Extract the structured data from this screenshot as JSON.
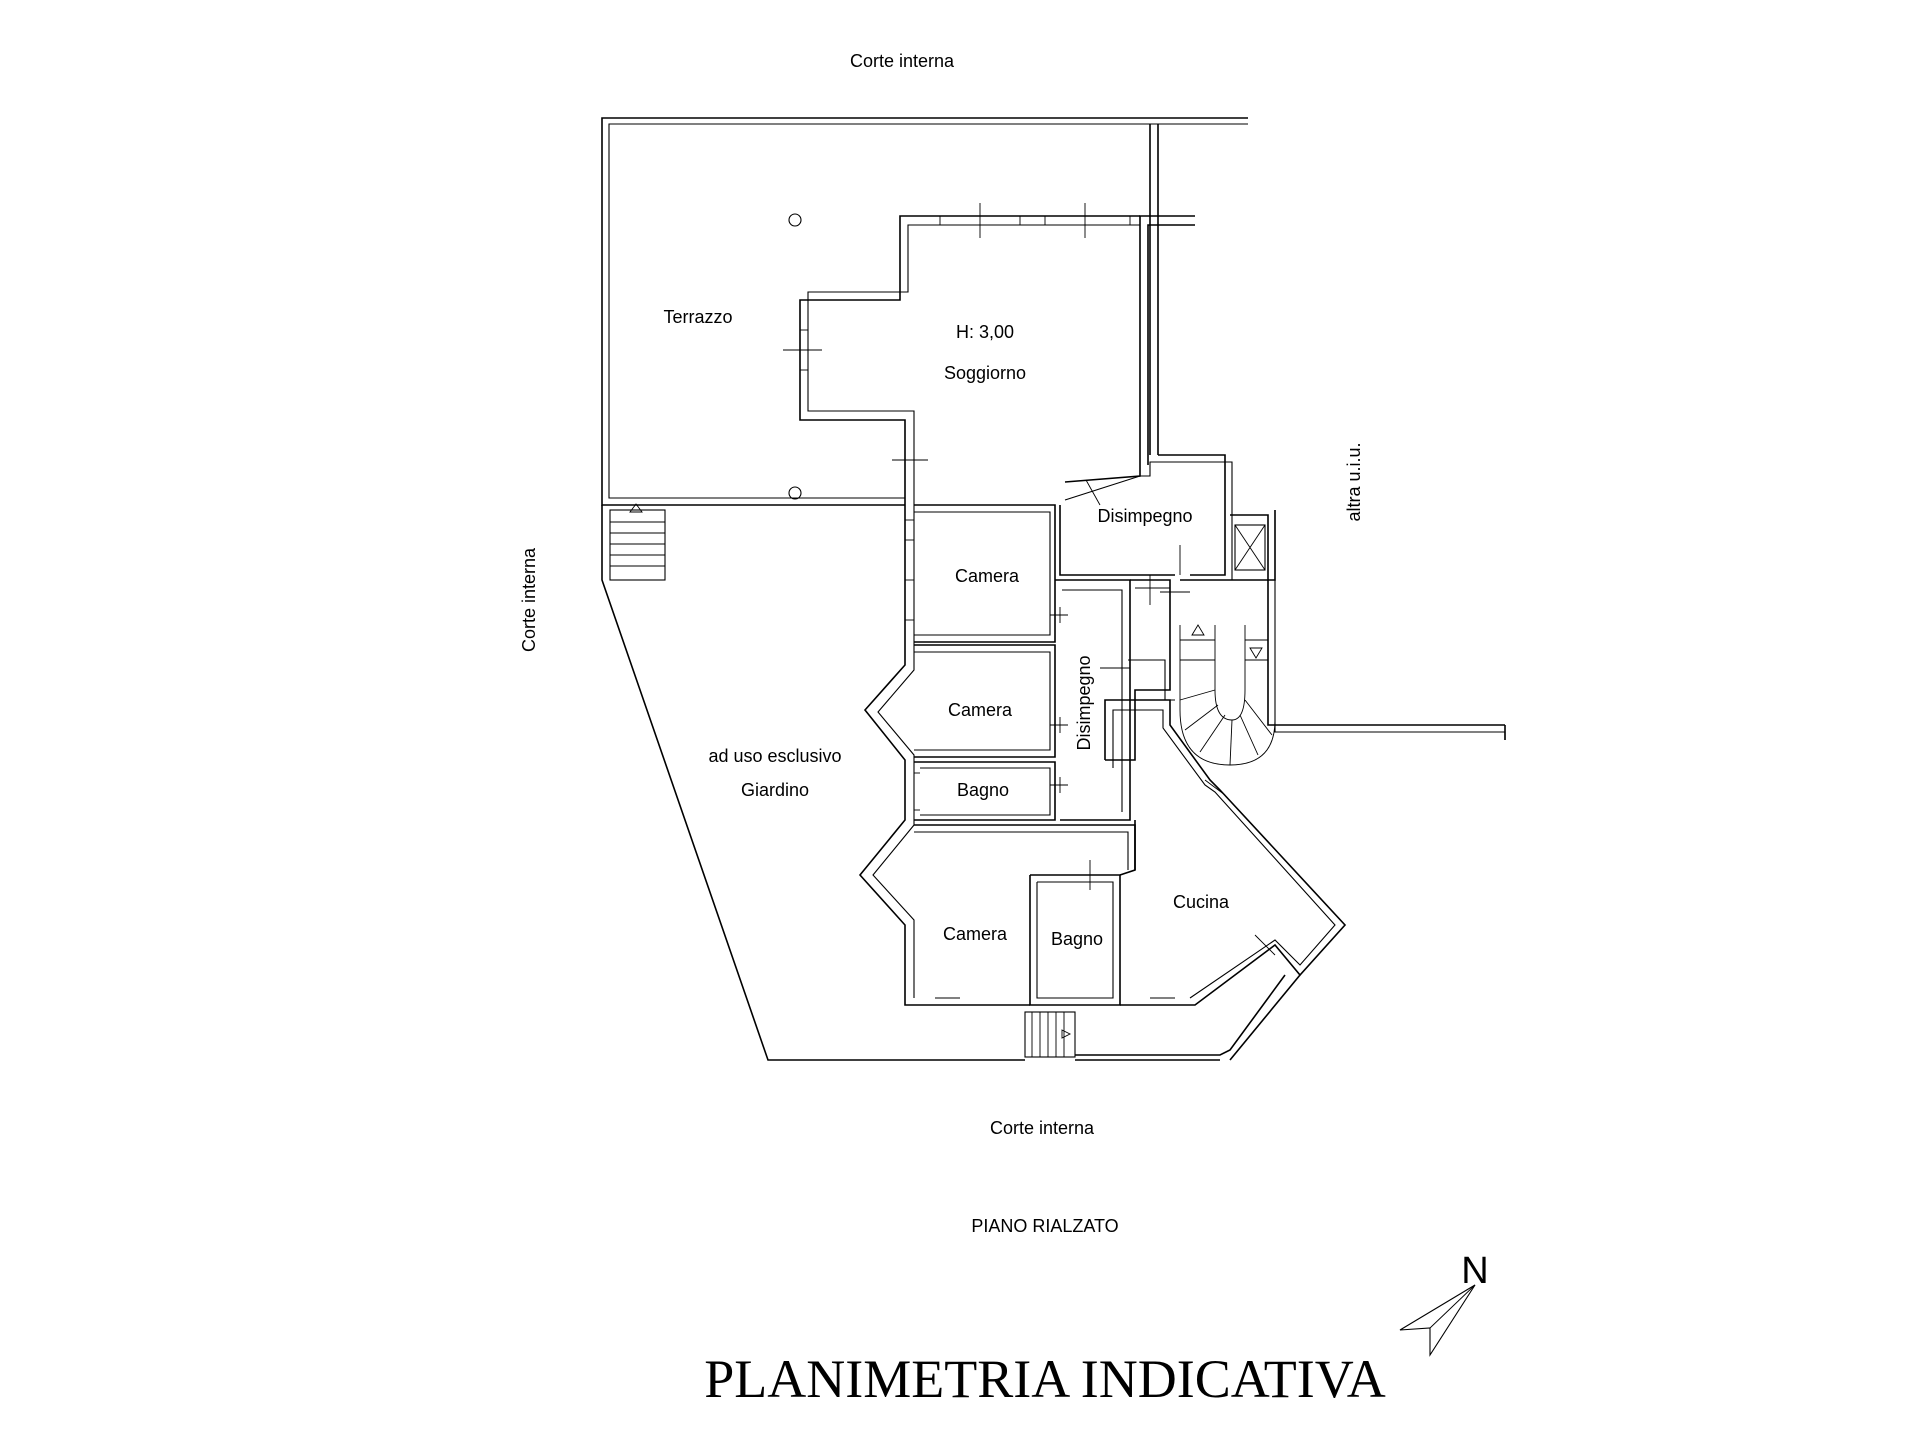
{
  "labels": {
    "corte_top": "Corte interna",
    "corte_left": "Corte interna",
    "corte_bottom": "Corte interna",
    "altra": "altra u.i.u.",
    "terrazzo": "Terrazzo",
    "height": "H: 3,00",
    "soggiorno": "Soggiorno",
    "disimpegno_top": "Disimpegno",
    "disimpegno_mid": "Disimpegno",
    "camera_1": "Camera",
    "camera_2": "Camera",
    "camera_3": "Camera",
    "bagno_1": "Bagno",
    "bagno_2": "Bagno",
    "cucina": "Cucina",
    "giardino_line1": "ad uso esclusivo",
    "giardino_line2": "Giardino",
    "floor": "PIANO RIALZATO",
    "title": "PLANIMETRIA INDICATIVA",
    "north": "N"
  }
}
